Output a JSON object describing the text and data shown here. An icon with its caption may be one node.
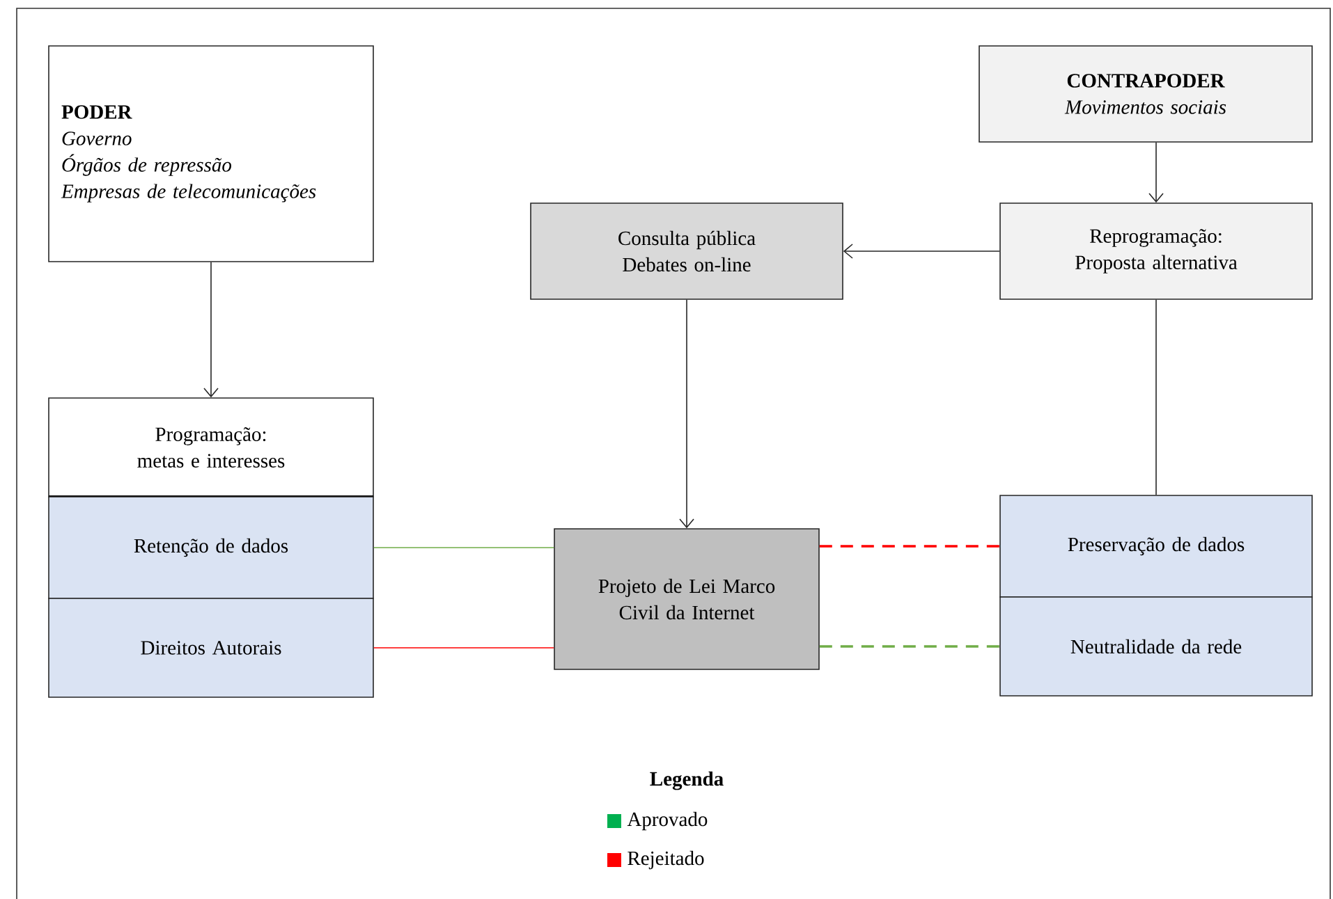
{
  "diagram": {
    "nodes": [
      {
        "text": [
          "PODER",
          "Governo",
          "Órgãos de repressão",
          "Empresas de telecomunicações"
        ]
      },
      {
        "text": [
          "CONTRAPODER",
          "Movimentos sociais"
        ]
      },
      {
        "text": [
          "Consulta pública",
          "Debates on-line"
        ]
      },
      {
        "text": [
          "Reprogramação: Proposta alternativa"
        ]
      },
      {
        "text": [
          "Programação: metas e interesses"
        ]
      },
      {
        "text": [
          "Retenção de dados"
        ]
      },
      {
        "text": [
          "Direitos Autorais"
        ]
      },
      {
        "text": [
          "Projeto de Lei Marco Civil da Internet"
        ]
      },
      {
        "text": [
          "Preservação de dados"
        ]
      },
      {
        "text": [
          "Neutralidade da rede"
        ]
      }
    ],
    "edges": [
      {
        "from": 0,
        "to": 4,
        "arrow": "to"
      },
      {
        "from": 1,
        "to": 3,
        "arrow": "to"
      },
      {
        "from": 3,
        "to": 2,
        "arrow": "to"
      },
      {
        "from": 2,
        "to": 7,
        "arrow": "to"
      },
      {
        "from": 3,
        "to": 8,
        "arrow": "none"
      },
      {
        "from": 5,
        "to": 7,
        "arrow": "none",
        "color": "#70ad47"
      },
      {
        "from": 6,
        "to": 7,
        "arrow": "none",
        "color": "#ff0000"
      },
      {
        "from": 7,
        "to": 8,
        "arrow": "none",
        "style": "dashed",
        "color": "#ff0000"
      },
      {
        "from": 7,
        "to": 9,
        "arrow": "none",
        "style": "dashed",
        "color": "#70ad47"
      }
    ],
    "labels": [
      "Legenda"
    ],
    "legend": [
      {
        "text": "Aprovado",
        "color": "#00b050"
      },
      {
        "text": "Rejeitado",
        "color": "#ff0000"
      }
    ]
  }
}
